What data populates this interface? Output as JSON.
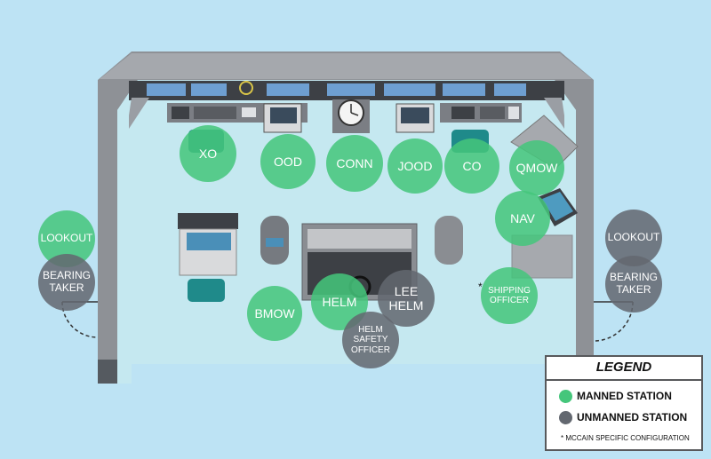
{
  "stations": {
    "xo": {
      "label": "XO",
      "status": "manned"
    },
    "ood": {
      "label": "OOD",
      "status": "manned"
    },
    "conn": {
      "label": "CONN",
      "status": "manned"
    },
    "jood": {
      "label": "JOOD",
      "status": "manned"
    },
    "co": {
      "label": "CO",
      "status": "manned"
    },
    "qmow": {
      "label": "QMOW",
      "status": "manned"
    },
    "nav": {
      "label": "NAV",
      "status": "manned"
    },
    "lookout_port": {
      "label": "LOOKOUT",
      "status": "manned"
    },
    "bearing_taker_port": {
      "label": "BEARING\nTAKER",
      "status": "unmanned"
    },
    "lookout_stbd": {
      "label": "LOOKOUT",
      "status": "unmanned"
    },
    "bearing_taker_stbd": {
      "label": "BEARING\nTAKER",
      "status": "unmanned"
    },
    "bmow": {
      "label": "BMOW",
      "status": "manned"
    },
    "helm": {
      "label": "HELM",
      "status": "manned"
    },
    "lee_helm": {
      "label": "LEE\nHELM",
      "status": "unmanned"
    },
    "helm_safety_officer": {
      "label": "HELM\nSAFETY\nOFFICER",
      "status": "unmanned"
    },
    "shipping_officer": {
      "label": "SHIPPING\nOFFICER",
      "status": "manned",
      "marker": "*"
    }
  },
  "legend": {
    "title": "LEGEND",
    "manned_label": "MANNED STATION",
    "unmanned_label": "UNMANNED STATION",
    "note": "* MCCAIN SPECIFIC CONFIGURATION"
  },
  "colors": {
    "manned": "#45c67b",
    "unmanned": "#636870",
    "water": "#bde3f4",
    "floor": "#c5e8f0",
    "wall": "#8e9196"
  }
}
